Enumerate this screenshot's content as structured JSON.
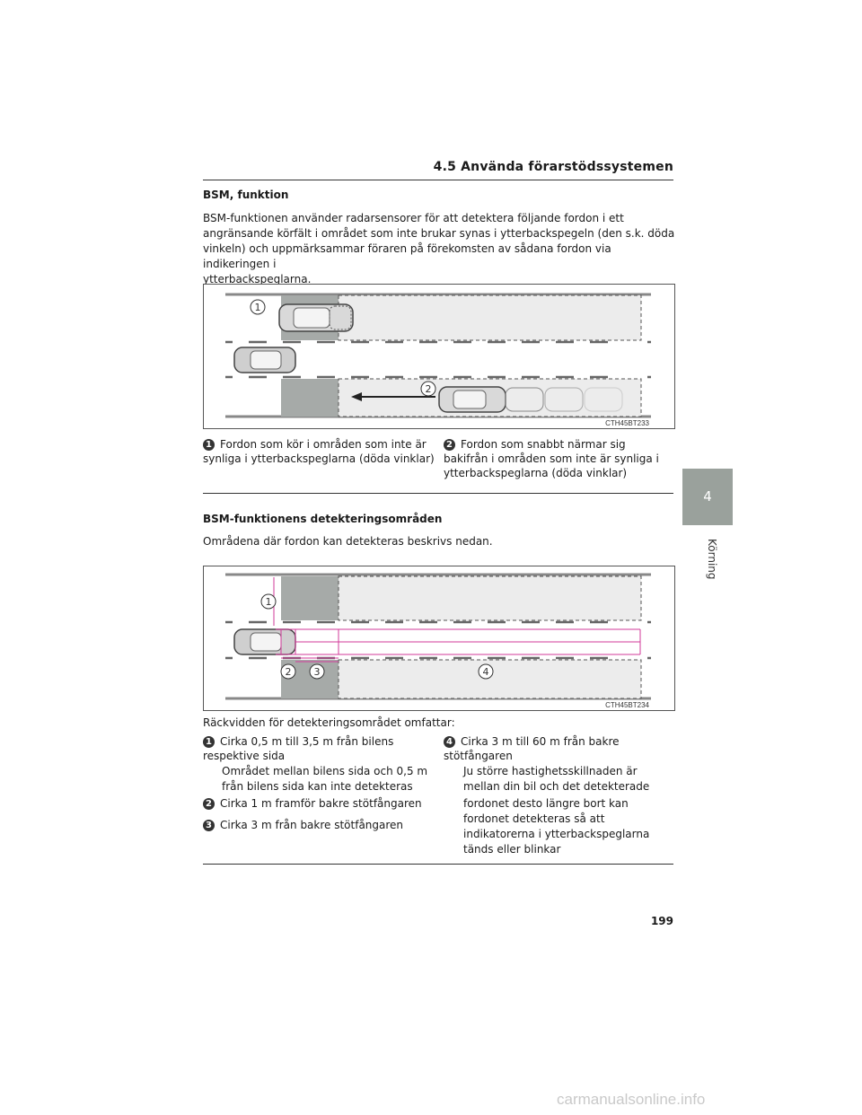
{
  "header": {
    "title": "4.5  Använda förarstödssystemen",
    "chapter_tab": "4",
    "chapter_label": "Körning"
  },
  "section1": {
    "heading": "BSM, funktion",
    "paragraph_lines": [
      "BSM-funktionen använder radarsensorer för att detektera följande fordon i ett",
      "angränsande körfält i området som inte brukar synas i ytterbackspegeln (den s.k. döda",
      "vinkeln) och uppmärksammar föraren på förekomsten av sådana fordon via indikeringen i",
      "ytterbackspeglarna."
    ],
    "figure_code": "CTH45BT233",
    "callouts": [
      "1",
      "2"
    ],
    "items": [
      {
        "num": "1",
        "lines": [
          "Fordon som kör i områden som inte är",
          "synliga i ytterbackspeglarna (döda vinklar)"
        ]
      },
      {
        "num": "2",
        "lines": [
          "Fordon som snabbt närmar sig",
          "bakifrån i områden som inte är synliga i",
          "ytterbackspeglarna (döda vinklar)"
        ]
      }
    ]
  },
  "section2": {
    "heading": "BSM-funktionens detekteringsområden",
    "intro": "Områdena där fordon kan detekteras beskrivs nedan.",
    "figure_code": "CTH45BT234",
    "callouts": [
      "1",
      "2",
      "3",
      "4"
    ],
    "range_intro": "Räckvidden för detekteringsområdet omfattar:",
    "items": [
      {
        "num": "1",
        "lines": [
          "Cirka 0,5 m till 3,5 m från bilens",
          "respektive sida"
        ],
        "note": [
          "Området mellan bilens sida och 0,5 m",
          "från bilens sida kan inte detekteras"
        ]
      },
      {
        "num": "2",
        "lines": [
          "Cirka 1 m framför bakre stötfångaren"
        ]
      },
      {
        "num": "3",
        "lines": [
          "Cirka 3 m från bakre stötfångaren"
        ]
      },
      {
        "num": "4",
        "lines": [
          "Cirka 3 m till 60 m från bakre",
          "stötfångaren"
        ],
        "note": [
          "Ju större hastighetsskillnaden är",
          "mellan din bil och det detekterade",
          "fordonet desto längre bort kan",
          "fordonet detekteras så att",
          "indikatorerna i ytterbackspeglarna",
          "tänds eller blinkar"
        ]
      }
    ]
  },
  "page_number": "199",
  "watermark": "carmanualsonline.info"
}
